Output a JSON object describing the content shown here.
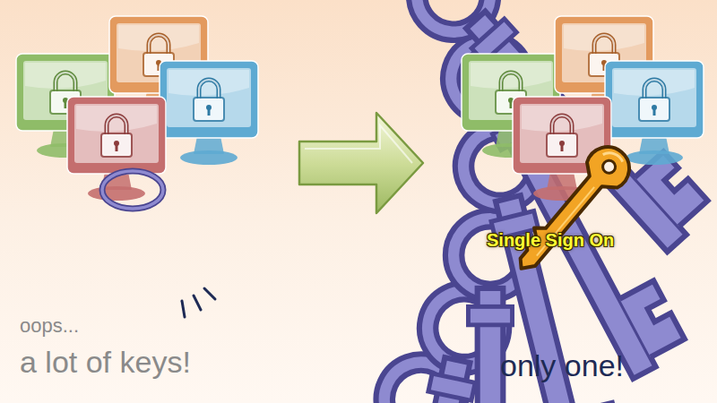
{
  "diagram": {
    "labels": [
      "oops...",
      "a lot of keys!",
      "Single Sign On",
      "only one!"
    ]
  }
}
